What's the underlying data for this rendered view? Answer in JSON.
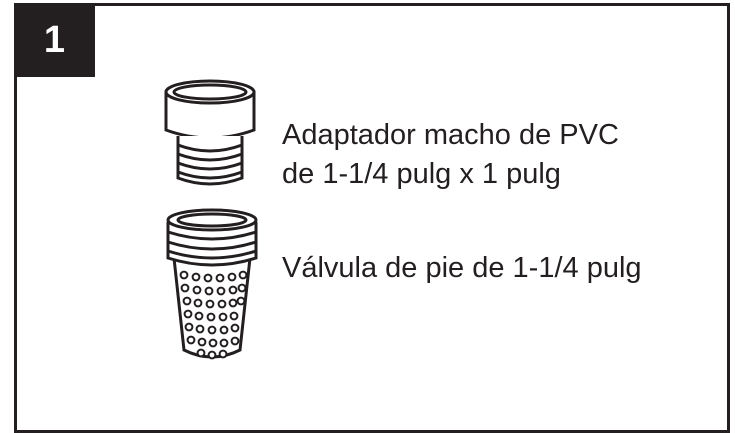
{
  "step": {
    "number": "1"
  },
  "parts": [
    {
      "icon": "pvc-male-adapter-icon",
      "label_line1": "Adaptador macho de PVC",
      "label_line2": "de 1-1/4 pulg x 1 pulg"
    },
    {
      "icon": "foot-valve-icon",
      "label_line1": "Válvula de pie de 1-1/4 pulg"
    }
  ],
  "colors": {
    "ink": "#231f20",
    "background": "#ffffff"
  }
}
